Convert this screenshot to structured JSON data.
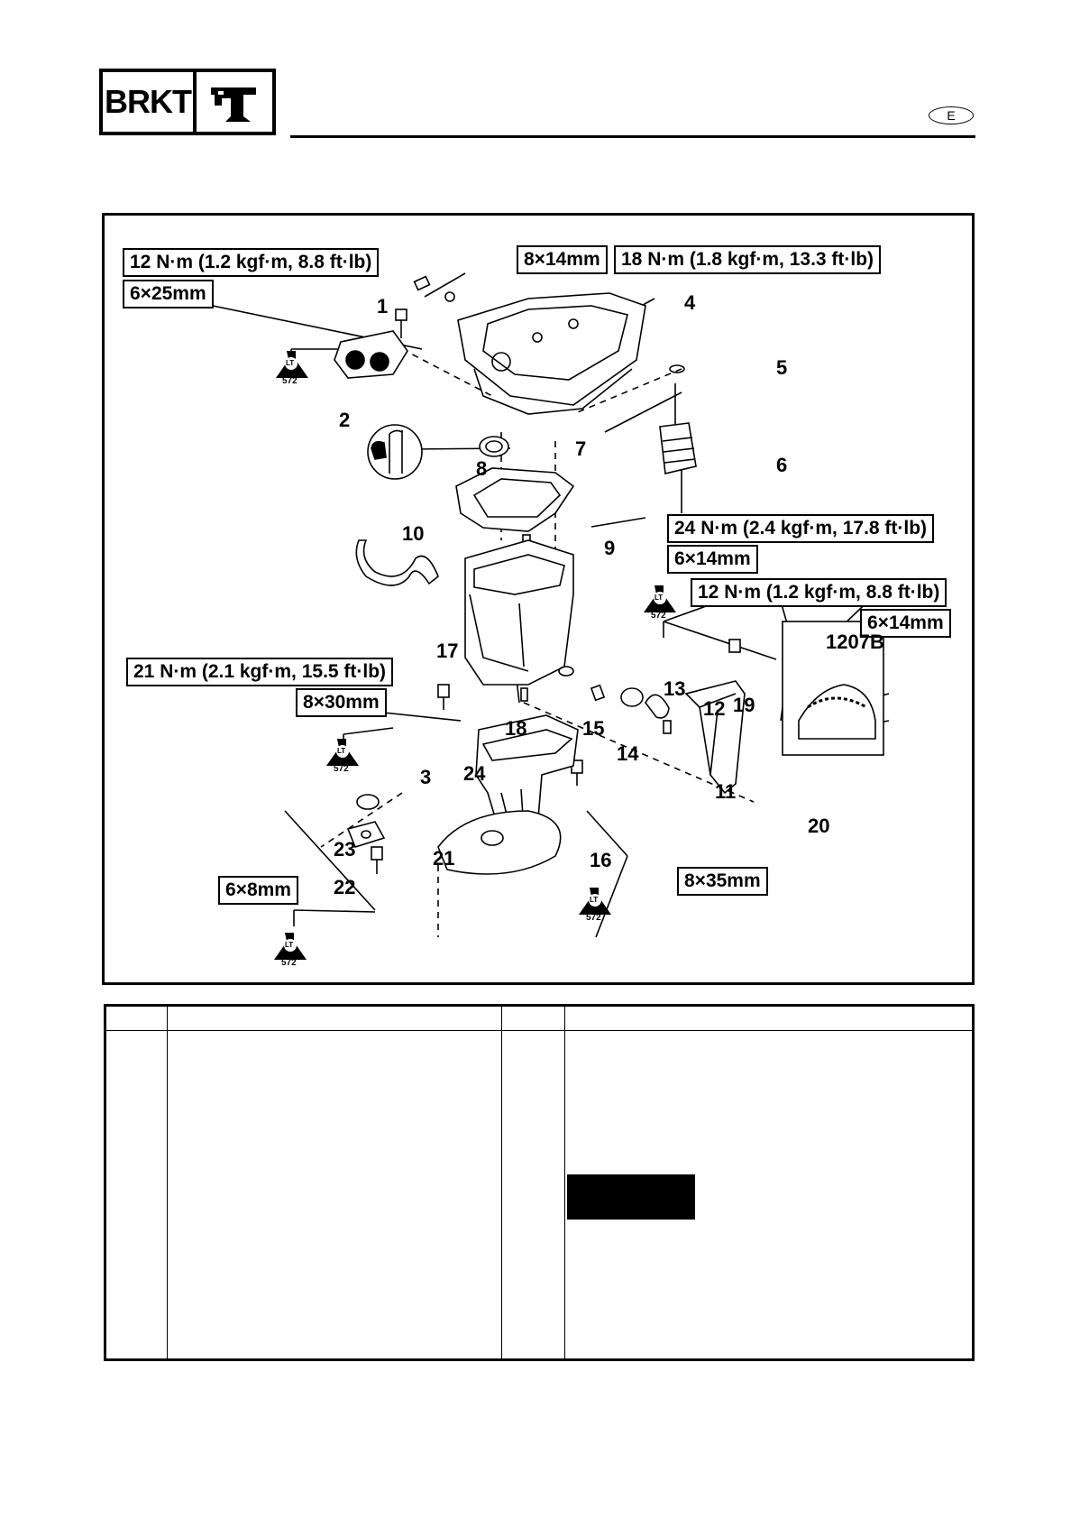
{
  "header": {
    "section_badge": "BRKT",
    "section_icon": "outboard-bracket-icon",
    "language_mark": "E"
  },
  "diagram": {
    "callouts": {
      "c1_torque": "12 N·m (1.2 kgf·m, 8.8 ft·lb)",
      "c1_size": "6×25mm",
      "c2_size": "8×14mm",
      "c2_torque": "18 N·m (1.8 kgf·m, 13.3 ft·lb)",
      "c3_torque": "24 N·m (2.4 kgf·m, 17.8 ft·lb)",
      "c3_size": "6×14mm",
      "c4_torque": "12 N·m (1.2 kgf·m, 8.8 ft·lb)",
      "c4_size": "6×14mm",
      "c5_torque": "21 N·m (2.1 kgf·m, 15.5 ft·lb)",
      "c5_size": "8×30mm",
      "c6_size": "6×8mm",
      "c7_size": "8×35mm"
    },
    "sealant_code": "572",
    "sealant_label": "LT",
    "sealant_icon": "loctite-bottle-icon",
    "detail_code": "1207B",
    "part_numbers": [
      "1",
      "2",
      "3",
      "4",
      "5",
      "6",
      "7",
      "8",
      "9",
      "10",
      "11",
      "12",
      "13",
      "14",
      "15",
      "16",
      "17",
      "18",
      "19",
      "20",
      "21",
      "22",
      "23",
      "24"
    ]
  }
}
